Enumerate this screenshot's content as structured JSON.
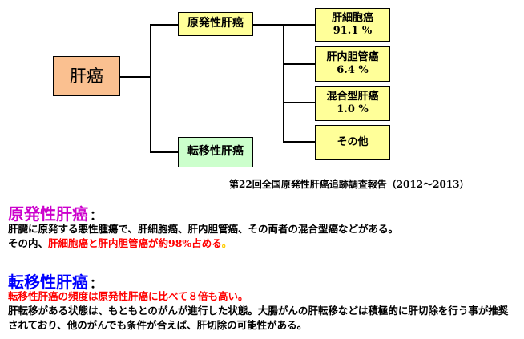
{
  "diagram": {
    "root": "肝癌",
    "primary": "原発性肝癌",
    "metastatic": "転移性肝癌",
    "subtypes": [
      {
        "name": "肝細胞癌",
        "value": "91.1 %"
      },
      {
        "name": "肝内胆管癌",
        "value": "6.4 %"
      },
      {
        "name": "混合型肝癌",
        "value": "1.0 %"
      },
      {
        "name": "その他",
        "value": ""
      }
    ],
    "source": "第22回全国原発性肝癌追跡調査報告（2012～2013）"
  },
  "colors": {
    "root_fill": "#fac090",
    "primary_fill": "#ffff99",
    "metastatic_fill": "#ccffcc",
    "heading_primary": "#cc00cc",
    "heading_metastatic": "#0000ff",
    "highlight": "#ff0000"
  },
  "sections": {
    "primary": {
      "heading": "原発性肝癌",
      "colon": "：",
      "line1": "肝臓に原発する悪性腫瘍で、肝細胞癌、肝内胆管癌、その両者の混合型癌などがある。",
      "line2_prefix": "その内、",
      "line2_highlight": "肝細胞癌と肝内胆管癌が約98%占める",
      "line2_suffix": "。"
    },
    "metastatic": {
      "heading": "転移性肝癌",
      "colon": "：",
      "line1_highlight": "転移性肝癌の頻度は原発性肝癌に比べて８倍も高い。",
      "line2": "肝転移がある状態は、もともとのがんが進行した状態。大腸がんの肝転移などは積極的に肝切除を行う事が推奨されており、他のがんでも条件が合えば、肝切除の可能性がある。"
    }
  }
}
